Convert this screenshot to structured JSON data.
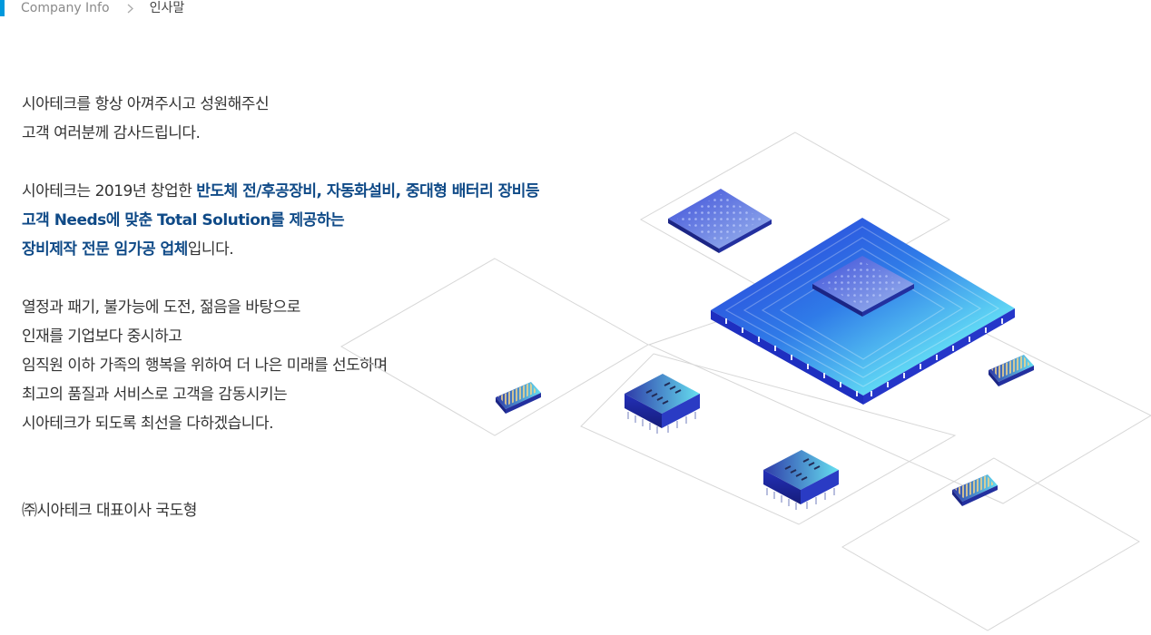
{
  "breadcrumb": {
    "items": [
      {
        "label": "Company Info"
      },
      {
        "label": "인사말"
      }
    ]
  },
  "message": {
    "p1": [
      "시아테크를 항상 아껴주시고 성원해주신",
      "고객 여러분께 감사드립니다."
    ],
    "p2": {
      "l1_plain": "시아테크는 2019년 창업한 ",
      "l1_highlight": "반도체 전/후공장비, 자동화설비, 중대형 배터리 장비등",
      "l2_highlight": "고객 Needs에 맞춘 Total Solution를 제공하는",
      "l3_highlight": "장비제작 전문 임가공 업체",
      "l3_plain": "입니다."
    },
    "p3": [
      "열정과 패기, 불가능에 도전, 젊음을 바탕으로",
      "인재를 기업보다 중시하고",
      "임직원 이하 가족의 행복을 위하여 더 나은 미래를 선도하며",
      "최고의 품질과 서비스로 고객을 감동시키는",
      "시아테크가 되도록 최선을 다하겠습니다."
    ],
    "signature": "㈜시아테크 대표이사 국도형"
  },
  "colors": {
    "accent": "#0099dd",
    "highlight_text": "#0f4a87"
  },
  "icons": {
    "breadcrumb_separator": "chevron-right-icon"
  }
}
